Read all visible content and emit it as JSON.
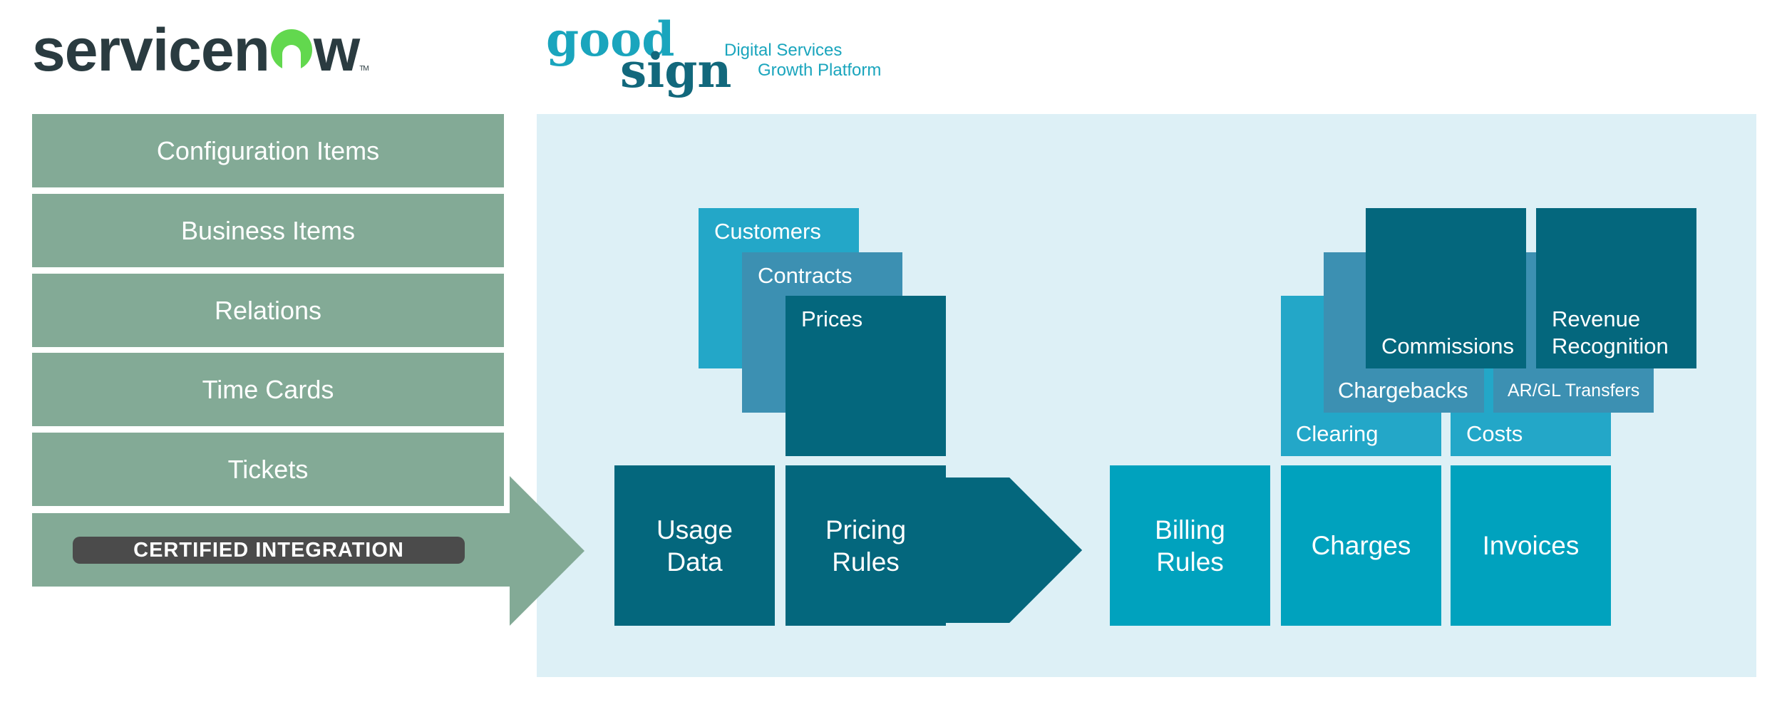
{
  "logos": {
    "servicenow": {
      "text_a": "servicen",
      "text_b": "w",
      "tm": "TM"
    },
    "goodsign": {
      "line1": "good",
      "line2": "sign",
      "tagline1": "Digital Services",
      "tagline2": "Growth Platform"
    }
  },
  "left_panel": {
    "items": [
      "Configuration Items",
      "Business Items",
      "Relations",
      "Time Cards",
      "Tickets"
    ],
    "badge": "CERTIFIED INTEGRATION"
  },
  "data_stack": [
    "Customers",
    "Contracts",
    "Prices"
  ],
  "processing": {
    "usage": "Usage\nData",
    "pricing": "Pricing\nRules"
  },
  "billing": {
    "billing_rules": "Billing\nRules",
    "charges": "Charges",
    "invoices": "Invoices"
  },
  "outputs": {
    "clearing": "Clearing",
    "costs": "Costs",
    "chargebacks": "Chargebacks",
    "ar_gl": "AR/GL Transfers",
    "commissions": "Commissions",
    "revenue": "Revenue\nRecognition"
  },
  "colors": {
    "green": "#83aa96",
    "panel": "#ddf0f6",
    "teal_dark": "#04677d",
    "teal_mid": "#3c90b2",
    "teal_light": "#23a7c8",
    "teal_bright": "#00a2be"
  }
}
